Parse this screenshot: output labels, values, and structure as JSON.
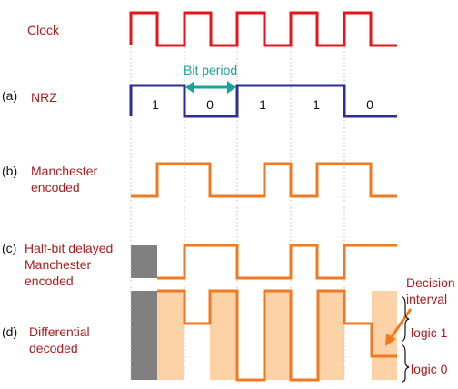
{
  "labels": {
    "clock": "Clock",
    "nrz": "NRZ",
    "manchester": [
      "Manchester",
      "encoded"
    ],
    "delayed": [
      "Half-bit  delayed",
      "Manchester",
      "encoded"
    ],
    "differential": [
      "Differential",
      "decoded"
    ]
  },
  "tags": {
    "a": "(a)",
    "b": "(b)",
    "c": "(c)",
    "d": "(d)"
  },
  "nrz_bits": [
    "1",
    "0",
    "1",
    "1",
    "0"
  ],
  "annotations": {
    "bit_period": "Bit period",
    "decision": [
      "Decision",
      "interval"
    ],
    "logic1": "logic 1",
    "logic0": "logic 0"
  },
  "colors": {
    "clock": "#e8141c",
    "nrz": "#2b2f96",
    "manchester": "#f07a21",
    "shade_orange": "#fcd2a6",
    "shade_gray": "#808080",
    "label_text": "#b01c1c",
    "bit_period_arrow": "#1aa39a",
    "guide_line": "#b9b9b9"
  }
}
